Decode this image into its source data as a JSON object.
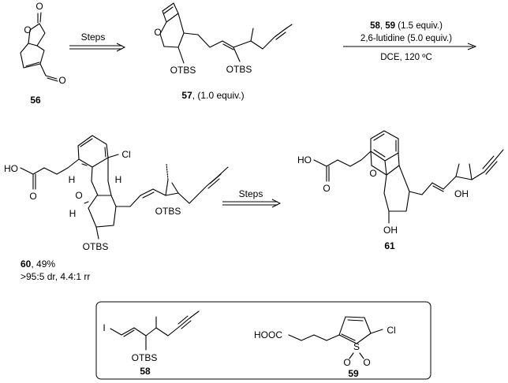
{
  "compounds": {
    "c56": {
      "number": "56",
      "atoms": {
        "o_ring": "O",
        "o_carbonyl": "O",
        "o_aldehyde": "O"
      }
    },
    "c57": {
      "number": "57",
      "suffix": ", (1.0 equiv.)",
      "atoms": {
        "o_ring": "O",
        "otbs1": "OTBS",
        "otbs2": "OTBS"
      }
    },
    "c60": {
      "number": "60",
      "yield": ", 49%",
      "selectivity": ">95:5 dr, 4.4:1 rr",
      "atoms": {
        "ho": "HO",
        "o_acid": "O",
        "o_ring": "O",
        "h1": "H",
        "h2": "H",
        "h3": "H",
        "cl": "Cl",
        "otbs1": "OTBS",
        "otbs2": "OTBS"
      }
    },
    "c61": {
      "number": "61",
      "atoms": {
        "ho": "HO",
        "o_acid": "O",
        "o_ring": "O",
        "oh1": "OH",
        "oh2": "OH"
      }
    },
    "c58": {
      "number": "58",
      "atoms": {
        "i": "I",
        "otbs": "OTBS"
      }
    },
    "c59": {
      "number": "59",
      "atoms": {
        "hooc": "HOOC",
        "s": "S",
        "o1": "O",
        "o2": "O",
        "cl": "Cl"
      }
    }
  },
  "arrows": {
    "a1": {
      "label": "Steps"
    },
    "a2": {
      "reagent_58": "58",
      "reagent_sep": ", ",
      "reagent_59": "59",
      "reagent_equiv": " (1.5 equiv.)",
      "line2": "2,6-lutidine (5.0 equiv.)",
      "line3": "DCE, 120 ºC"
    },
    "a3": {
      "label": "Steps"
    }
  }
}
